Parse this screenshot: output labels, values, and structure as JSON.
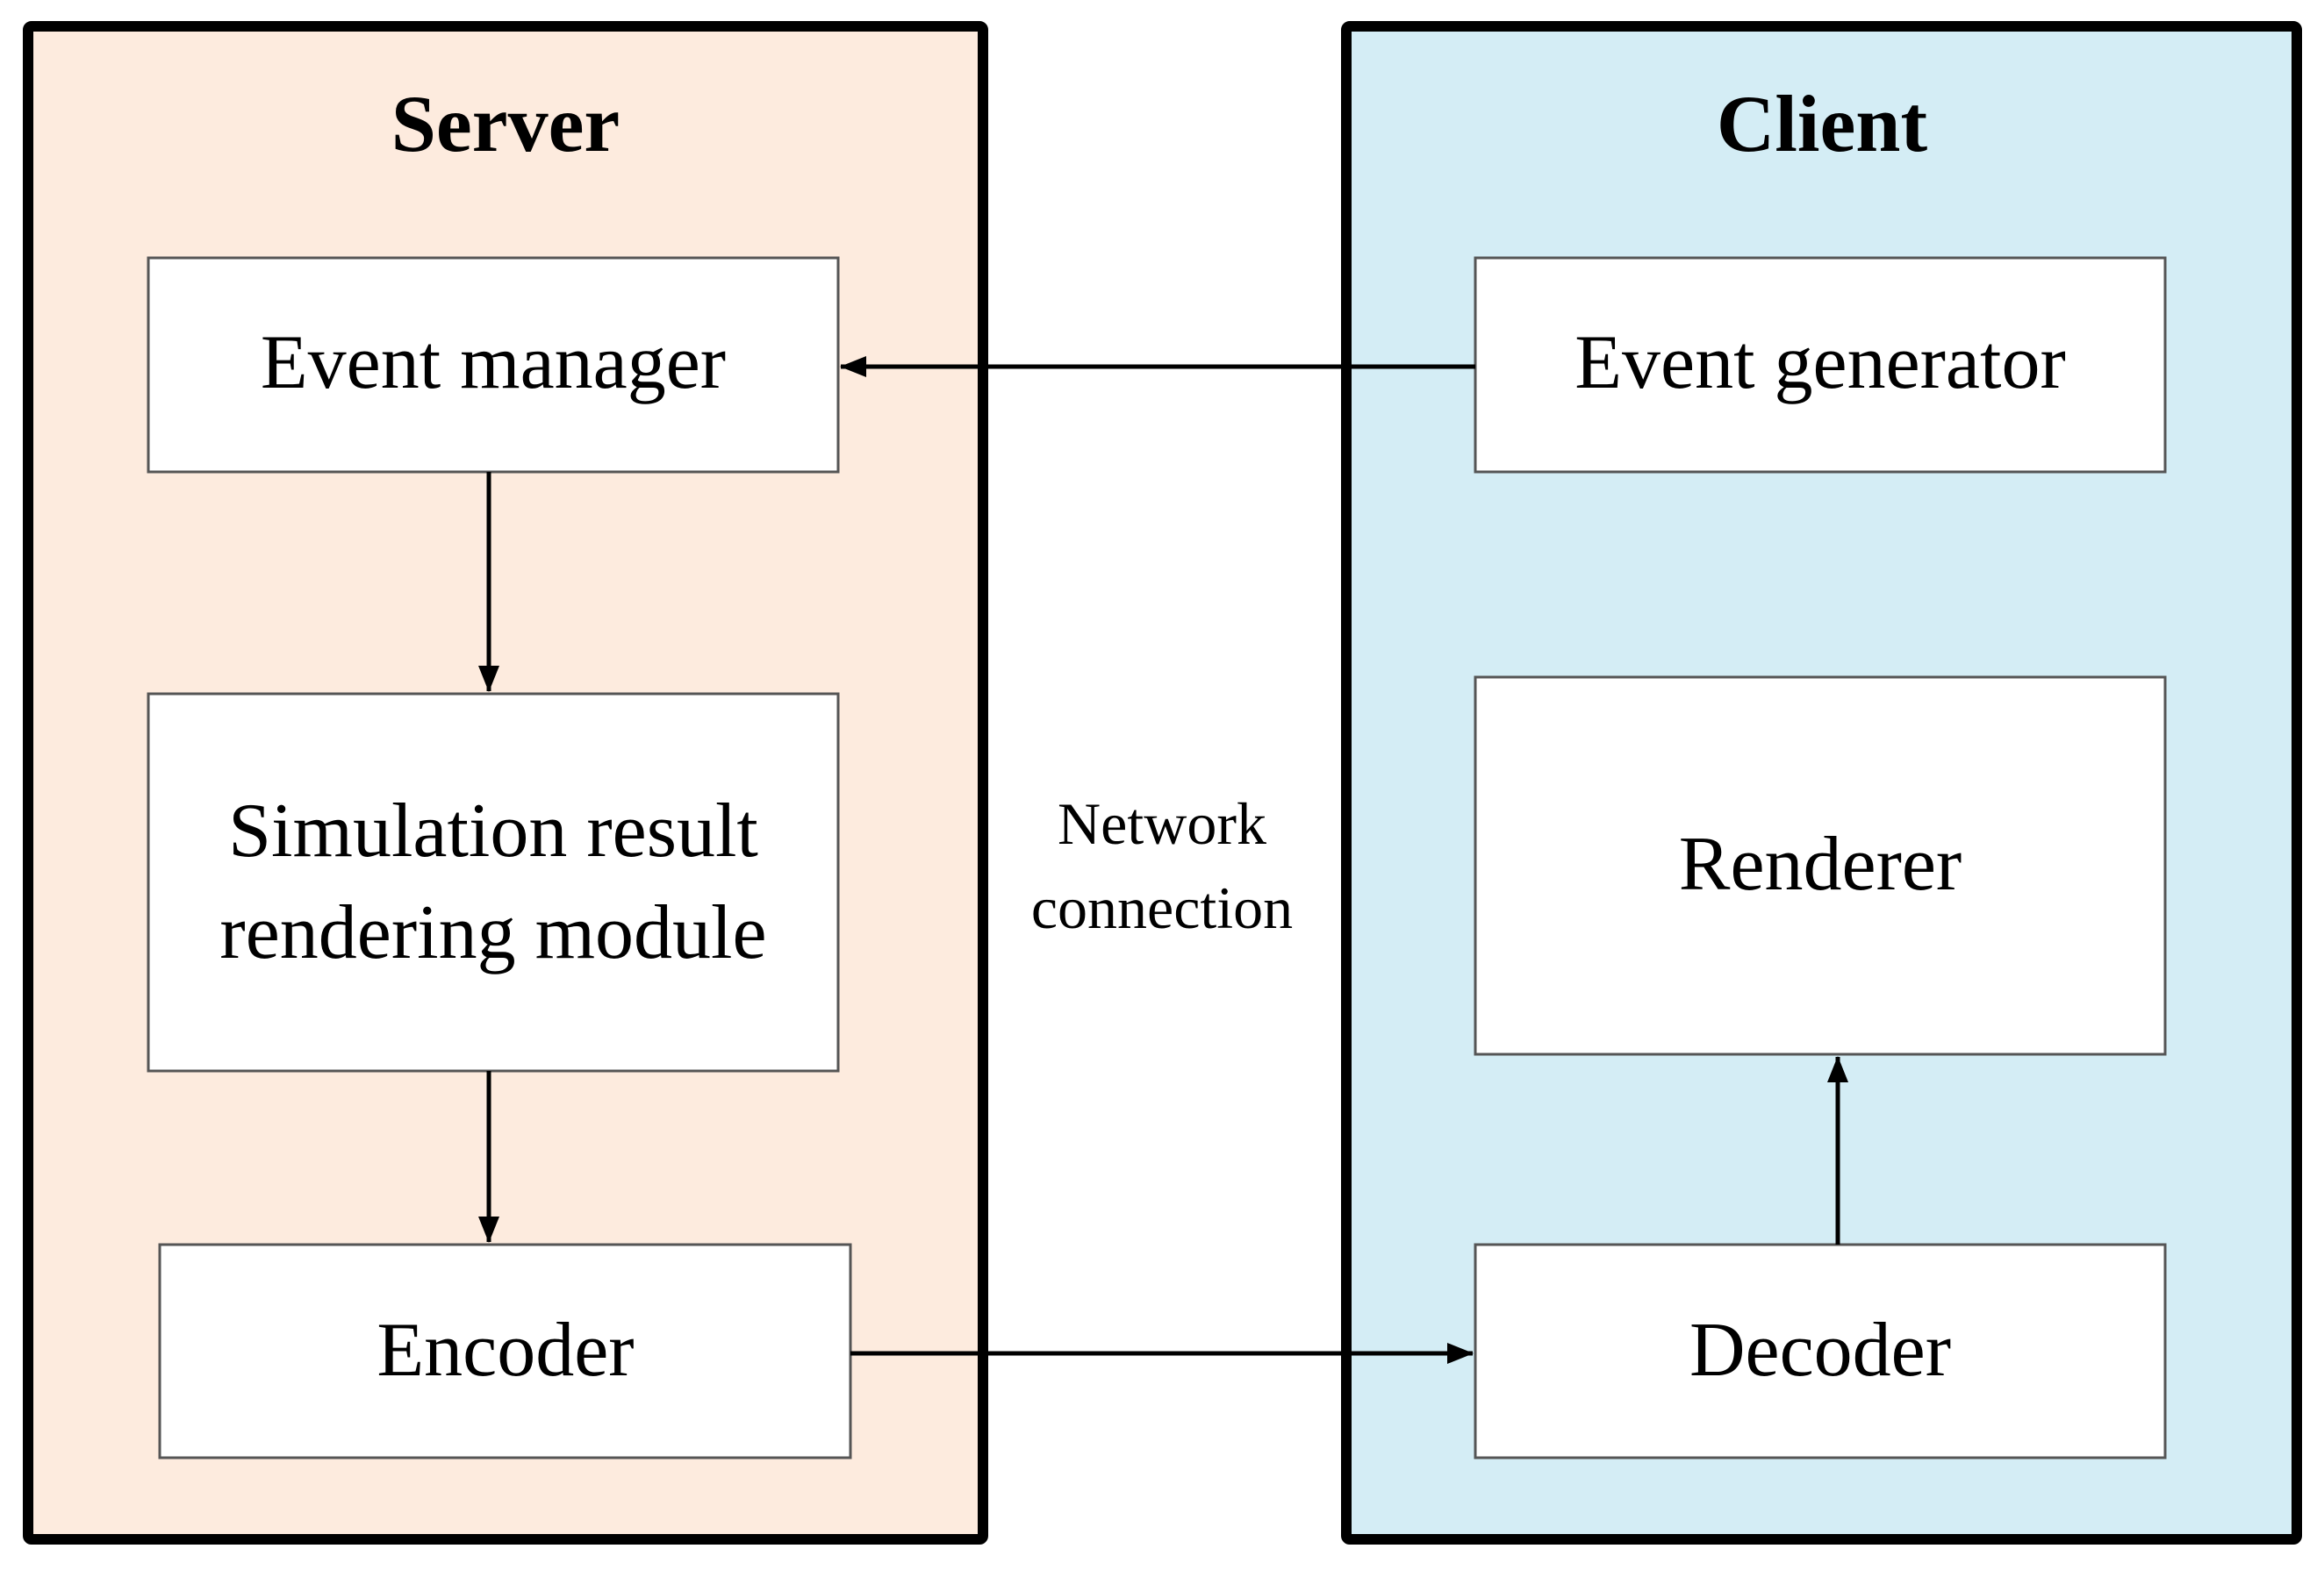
{
  "server": {
    "title": "Server",
    "color": "#fdebde",
    "boxes": {
      "event_manager": "Event manager",
      "sim_line1": "Simulation result",
      "sim_line2": "rendering module",
      "encoder": "Encoder"
    }
  },
  "client": {
    "title": "Client",
    "color": "#d4edf5",
    "boxes": {
      "event_generator": "Event generator",
      "renderer": "Renderer",
      "decoder": "Decoder"
    }
  },
  "network": {
    "line1": "Network",
    "line2": "connection"
  },
  "colors": {
    "stroke": "#000000",
    "box_fill": "#ffffff",
    "box_border": "#555555"
  }
}
